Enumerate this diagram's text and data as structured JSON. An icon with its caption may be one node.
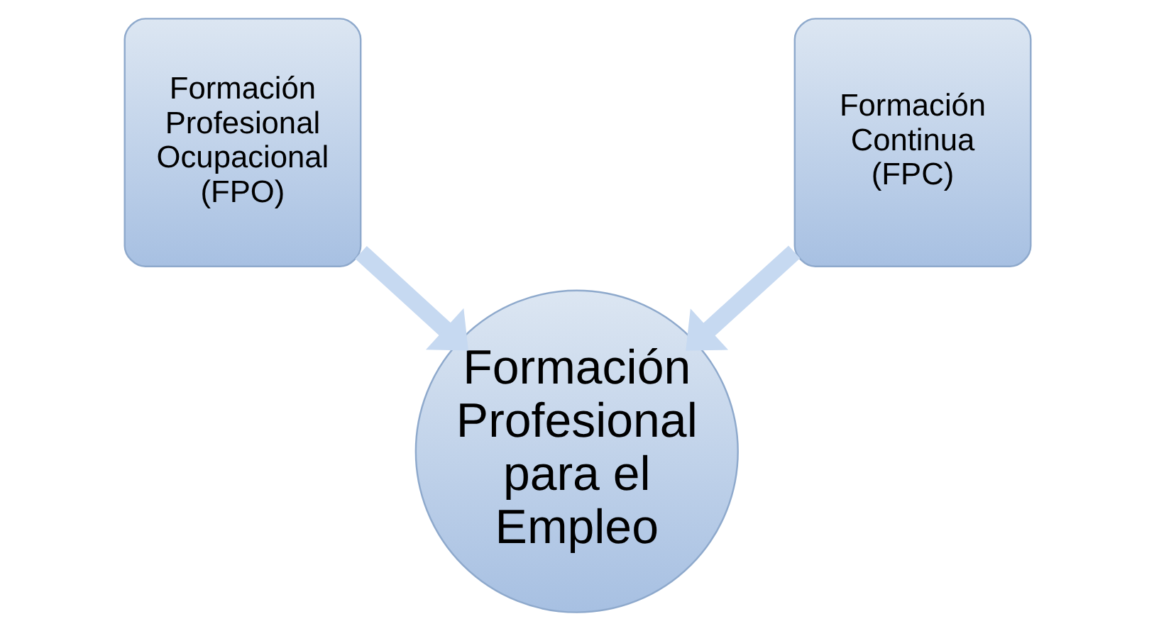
{
  "diagram": {
    "nodes": [
      {
        "text": [
          "Formación Profesional Ocupacional (FPO)"
        ]
      },
      {
        "text": [
          "Formación Continua (FPC)"
        ]
      },
      {
        "text": [
          "Formación Profesional para el Empleo"
        ]
      }
    ],
    "edges": [
      {
        "from": 0,
        "to": 2,
        "arrow": "to"
      },
      {
        "from": 1,
        "to": 2,
        "arrow": "to"
      }
    ]
  }
}
